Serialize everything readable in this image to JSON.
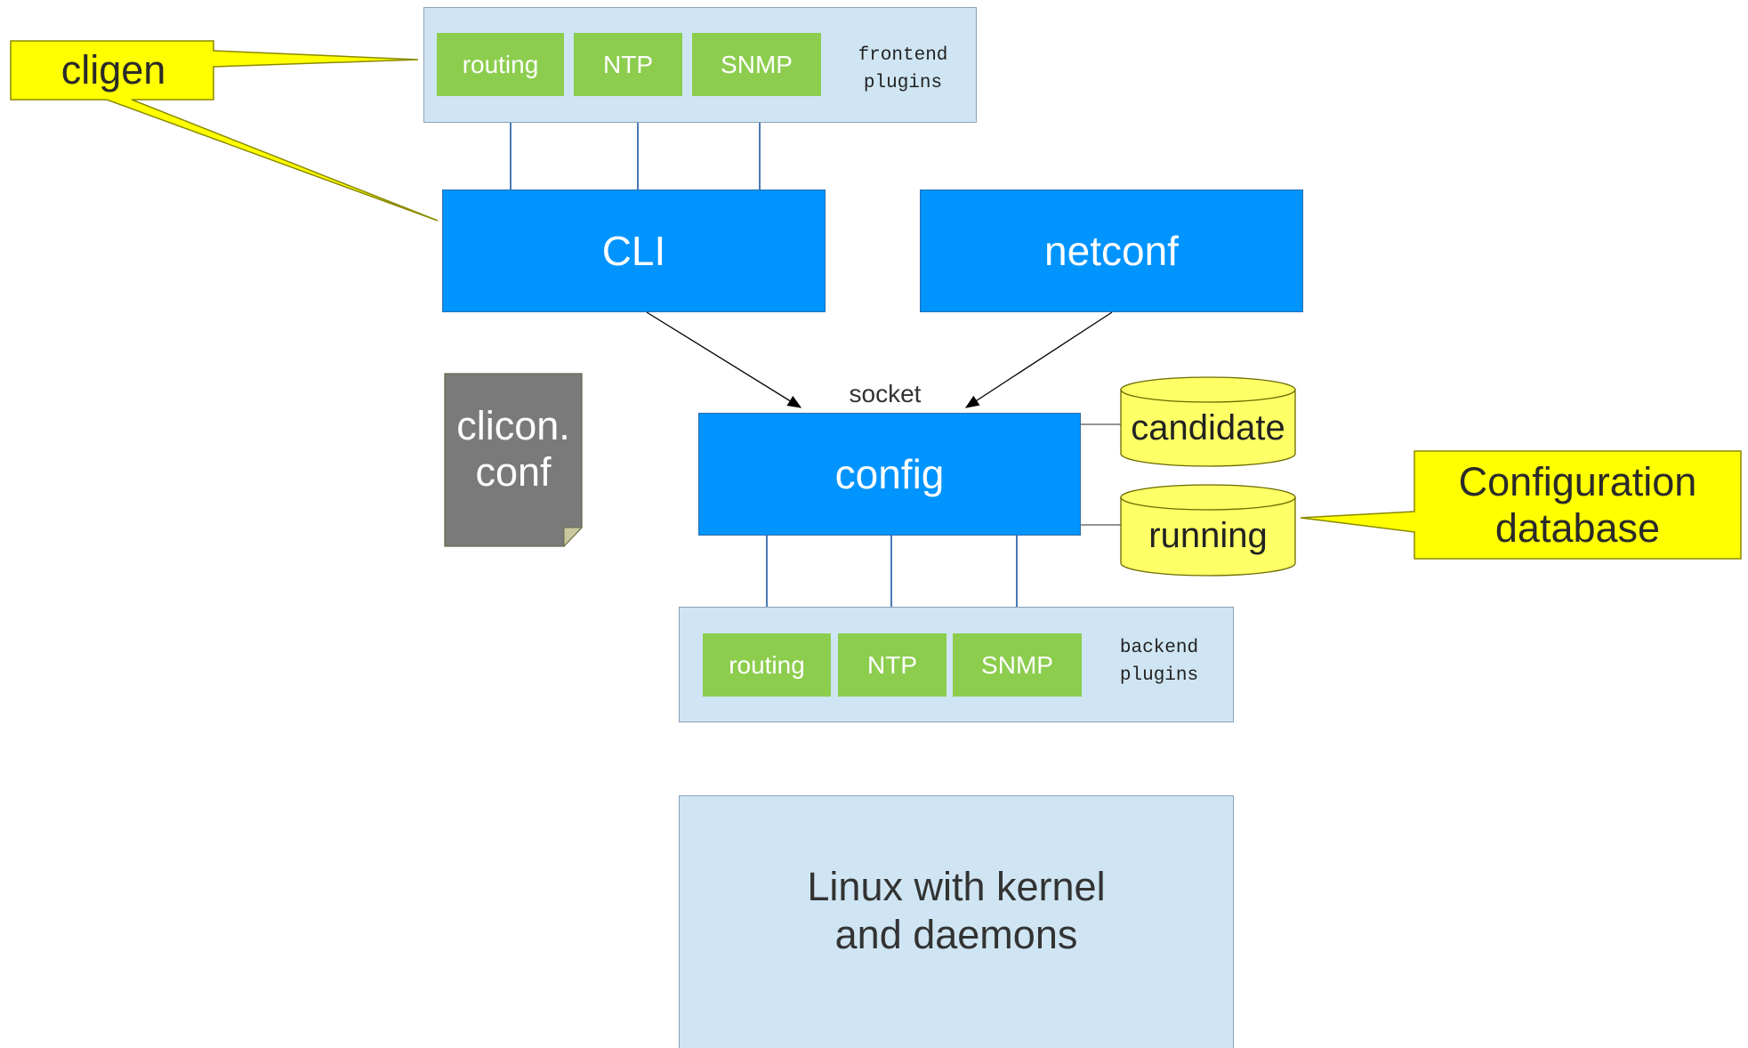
{
  "callouts": {
    "cligen": "cligen",
    "configuration_database": "Configuration\ndatabase"
  },
  "frontend": {
    "label": "frontend\nplugins",
    "plugins": [
      "routing",
      "NTP",
      "SNMP"
    ]
  },
  "backend": {
    "label": "backend\nplugins",
    "plugins": [
      "routing",
      "NTP",
      "SNMP"
    ]
  },
  "components": {
    "cli": "CLI",
    "netconf": "netconf",
    "config": "config",
    "socket": "socket",
    "clicon_conf": "clicon.\nconf"
  },
  "databases": {
    "candidate": "candidate",
    "running": "running"
  },
  "linux": "Linux with kernel\n and daemons",
  "colors": {
    "panel_bg": "#cfe5f3",
    "plugin_green": "#8ccd4e",
    "component_blue": "#0094fe",
    "callout_yellow": "#ffff00",
    "file_gray": "#7a7a7a",
    "arrow_blue": "#4a7ab6"
  }
}
